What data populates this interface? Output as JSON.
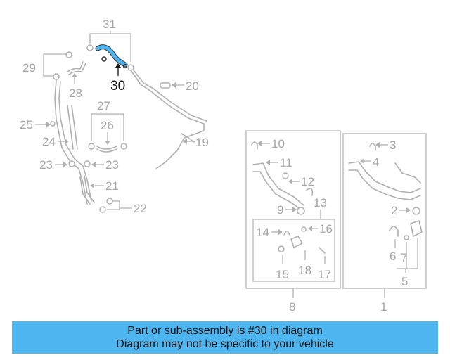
{
  "diagram": {
    "highlight_part": "30",
    "callouts": {
      "c1": "1",
      "c2": "2",
      "c3": "3",
      "c4": "4",
      "c5": "5",
      "c6": "6",
      "c7": "7",
      "c8": "8",
      "c9": "9",
      "c10": "10",
      "c11": "11",
      "c12": "12",
      "c13": "13",
      "c14": "14",
      "c15": "15",
      "c16": "16",
      "c17": "17",
      "c18": "18",
      "c19": "19",
      "c20": "20",
      "c21": "21",
      "c22": "22",
      "c23a": "23",
      "c23b": "23",
      "c24": "24",
      "c25": "25",
      "c26": "26",
      "c27": "27",
      "c28": "28",
      "c29": "29",
      "c31": "31"
    },
    "colors": {
      "highlight": "#4db6f0",
      "line": "#b0b0b0",
      "banner": "#4db6f0"
    }
  },
  "banner": {
    "line1": "Part or sub-assembly is #30 in diagram",
    "line2": "Diagram may not be specific to your vehicle"
  }
}
